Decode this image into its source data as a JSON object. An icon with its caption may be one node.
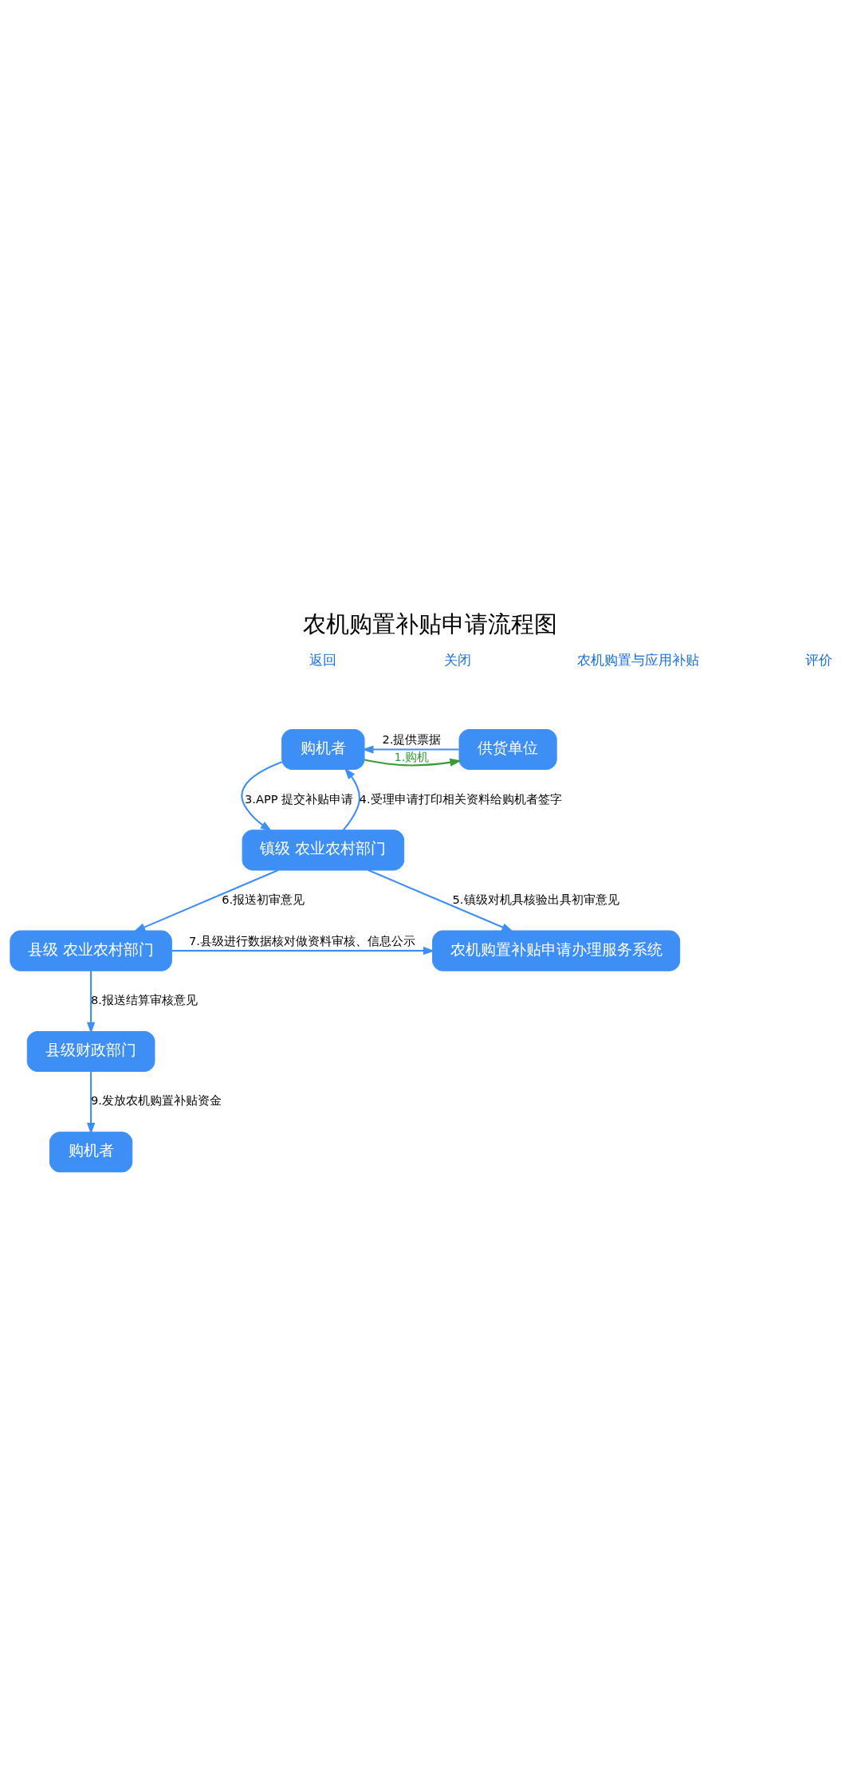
{
  "diagram": {
    "title": "农机购置补贴申请流程图",
    "nodes": [
      {
        "text": [
          "购机者"
        ]
      },
      {
        "text": [
          "供货单位"
        ]
      },
      {
        "text": [
          "镇级 农业农村部门"
        ]
      },
      {
        "text": [
          "农机购置补贴申请办理服务系统"
        ]
      },
      {
        "text": [
          "县级 农业农村部门"
        ]
      },
      {
        "text": [
          "县级财政部门"
        ]
      },
      {
        "text": [
          "购机者"
        ]
      }
    ],
    "edges": [
      {
        "from": 0,
        "to": 1,
        "arrow": "to",
        "label": "1.购机",
        "color": "#3a9a3a"
      },
      {
        "from": 1,
        "to": 0,
        "arrow": "to",
        "label": "2.提供票据"
      },
      {
        "from": 0,
        "to": 2,
        "arrow": "to",
        "label": "3.APP 提交补贴申请"
      },
      {
        "from": 2,
        "to": 0,
        "arrow": "to",
        "label": "4.受理申请打印相关资料给购机者签字"
      },
      {
        "from": 2,
        "to": 3,
        "arrow": "to",
        "label": "5.镇级对机具核验出具初审意见"
      },
      {
        "from": 2,
        "to": 4,
        "arrow": "to",
        "label": "6.报送初审意见"
      },
      {
        "from": 4,
        "to": 3,
        "arrow": "to",
        "label": "7.县级进行数据核对做资料审核、信息公示"
      },
      {
        "from": 4,
        "to": 5,
        "arrow": "to",
        "label": "8.报送结算审核意见"
      },
      {
        "from": 5,
        "to": 6,
        "arrow": "to",
        "label": "9.发放农机购置补贴资金"
      }
    ],
    "labels": [
      "返回",
      "关闭",
      "农机购置与应用补贴",
      "评价"
    ]
  }
}
